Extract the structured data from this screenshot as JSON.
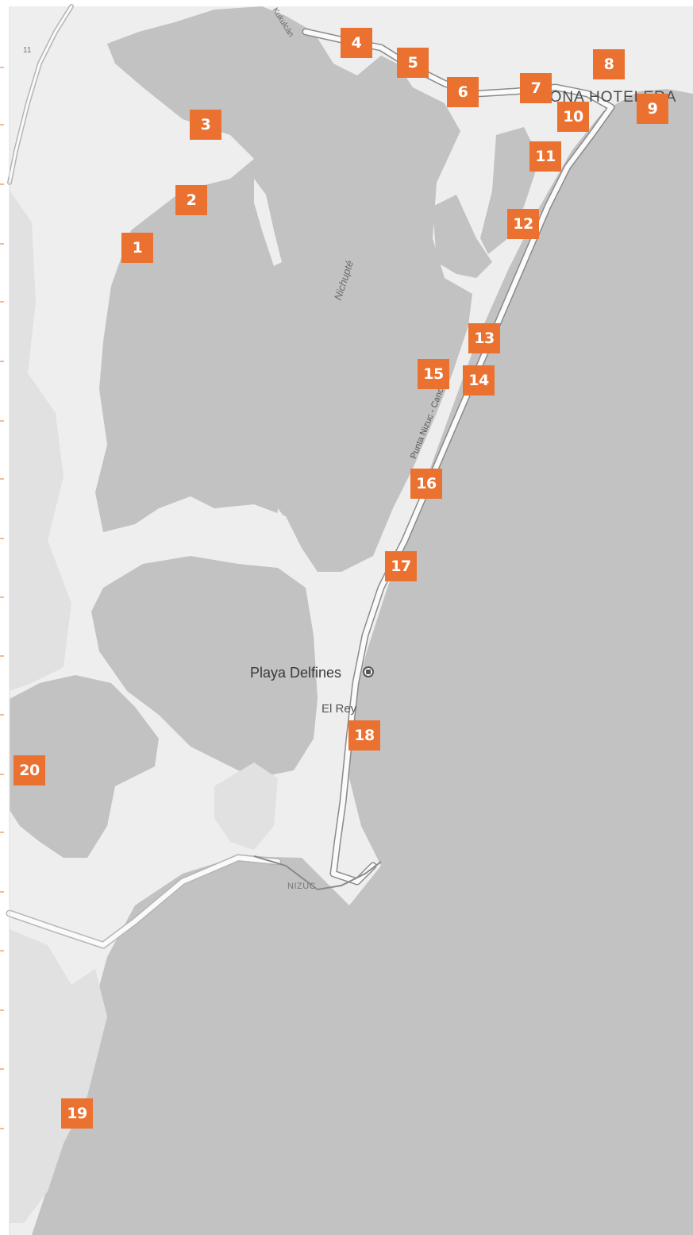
{
  "map": {
    "colors": {
      "water": "#c2c2c2",
      "land": "#eeeeee",
      "park": "#e1e1e1",
      "road": "#fafafa",
      "road_edge": "#8a8a8a",
      "marker": "#ea7130",
      "marker_text": "#ffffff",
      "tick": "#ea7130"
    },
    "labels": {
      "playa_delfines": "Playa Delfines",
      "el_rey": "El Rey",
      "nizuc": "NIZUC",
      "nichupte": "Nichupté",
      "kukulcan": "Kukulcán",
      "zona_hotelera": "ZONA HOTELERA",
      "punta_nizuc": "Punta Nizuc - Cancún",
      "route_11": "11"
    },
    "poi": {
      "icon": "museum-poi-icon"
    },
    "markers": [
      "1",
      "2",
      "3",
      "4",
      "5",
      "6",
      "7",
      "8",
      "9",
      "10",
      "11",
      "12",
      "13",
      "14",
      "15",
      "16",
      "17",
      "18",
      "19",
      "20"
    ]
  }
}
